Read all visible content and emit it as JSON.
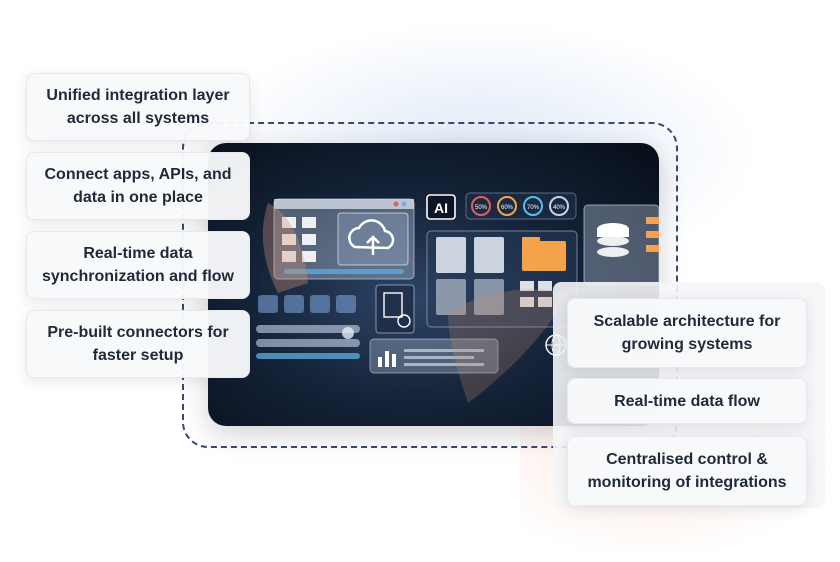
{
  "hero": {
    "ai_badge": "AI",
    "gauges": [
      "50%",
      "60%",
      "70%",
      "40%"
    ]
  },
  "features_left": [
    "Unified integration layer across all systems",
    "Connect apps, APIs, and data in one place",
    "Real-time data synchronization and flow",
    "Pre-built connectors for faster setup"
  ],
  "features_right": [
    "Scalable architecture for growing systems",
    "Real-time data flow",
    "Centralised control & monitoring of integrations"
  ],
  "colors": {
    "accent_orange": "#f5a34a",
    "frame_dashed": "#3b4a73",
    "hero_dark": "#0b1524"
  }
}
